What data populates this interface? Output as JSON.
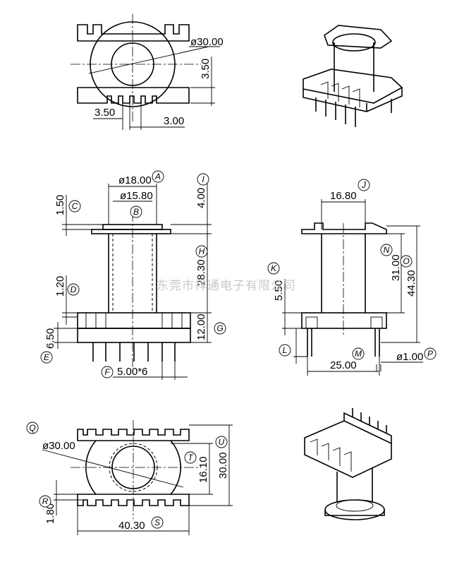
{
  "watermark": "东莞市祥通电子有限公司",
  "top_view": {
    "diameter": "ø30.00",
    "height_3_50": "3.50",
    "width_3_50": "3.50",
    "width_3_00": "3.00"
  },
  "front_view": {
    "d18": "ø18.00",
    "d15_8": "ø15.80",
    "v1_50": "1.50",
    "v4_00": "4.00",
    "v28_30": "28.30",
    "v1_20": "1.20",
    "v12_00": "12.00",
    "v6_50": "6.50",
    "pitch": "5.00*6"
  },
  "side_view": {
    "w16_80": "16.80",
    "v31_00": "31.00",
    "v44_30": "44.30",
    "v5_50": "5.50",
    "w25_00": "25.00",
    "pin": "ø1.00"
  },
  "bottom_view": {
    "diameter": "ø30.00",
    "v16_10": "16.10",
    "v30_00": "30.00",
    "v1_80": "1.80",
    "w40_30": "40.30"
  },
  "tags": {
    "A": "A",
    "B": "B",
    "C": "C",
    "D": "D",
    "E": "E",
    "F": "F",
    "G": "G",
    "H": "H",
    "I": "I",
    "J": "J",
    "K": "K",
    "L": "L",
    "M": "M",
    "N": "N",
    "O": "O",
    "P": "P",
    "Q": "Q",
    "R": "R",
    "S": "S",
    "T": "T",
    "U": "U"
  }
}
